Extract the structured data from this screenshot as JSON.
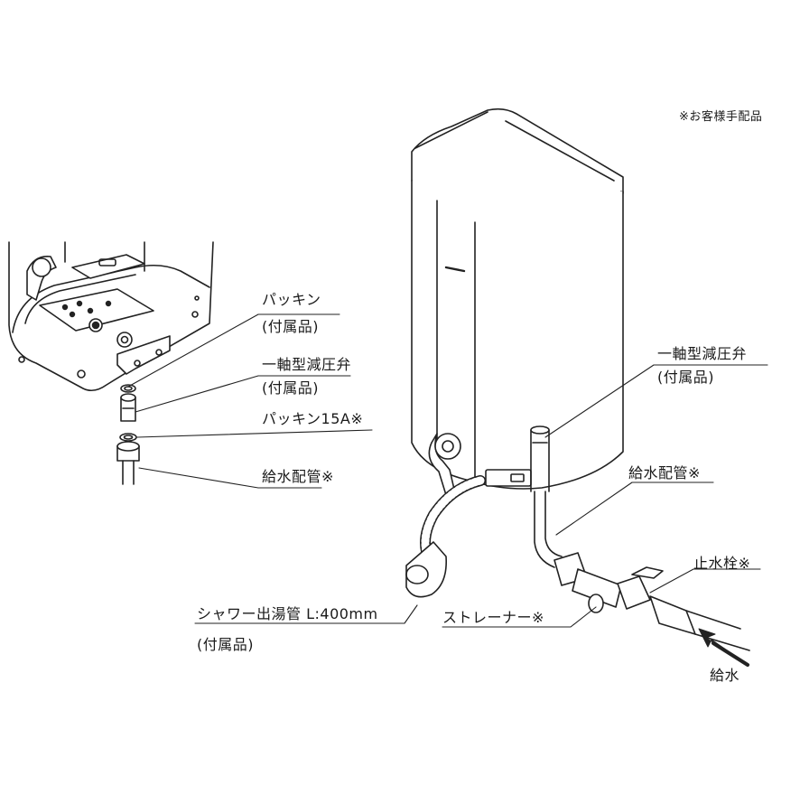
{
  "note": "※お客様手配品",
  "labels": {
    "packing_1": "パッキン",
    "packing_1_sub": "(付属品)",
    "prv_left": "一軸型減圧弁",
    "prv_left_sub": "(付属品)",
    "packing_15a": "パッキン15A※",
    "supply_pipe_left": "給水配管※",
    "prv_right": "一軸型減圧弁",
    "prv_right_sub": "(付属品)",
    "supply_pipe_right": "給水配管※",
    "stop_valve": "止水栓※",
    "strainer": "ストレーナー※",
    "shower_pipe": "シャワー出湯管 L:400mm",
    "shower_pipe_sub": "(付属品)",
    "water_supply": "給水"
  }
}
